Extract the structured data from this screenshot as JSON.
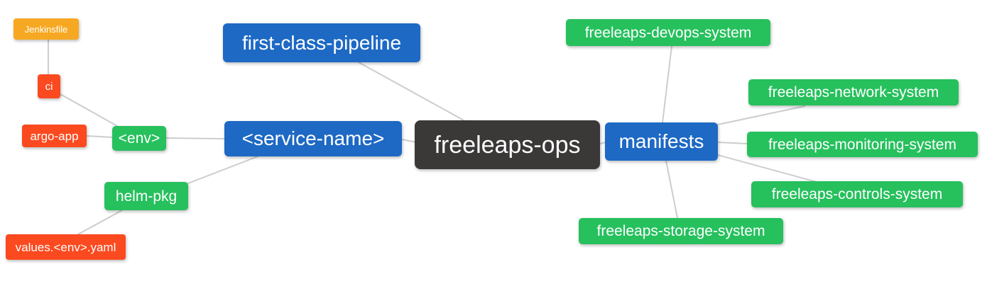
{
  "diagram": {
    "type": "mindmap",
    "root": "freeleaps-ops",
    "nodes": [
      {
        "id": "freeleaps-ops",
        "label": "freeleaps-ops",
        "role": "root",
        "color": "#3b3838"
      },
      {
        "id": "first-class-pipeline",
        "label": "first-class-pipeline",
        "role": "branch",
        "color": "#1d69c4"
      },
      {
        "id": "service-name",
        "label": "<service-name>",
        "role": "branch",
        "color": "#1d69c4"
      },
      {
        "id": "manifests",
        "label": "manifests",
        "role": "branch",
        "color": "#1d69c4"
      },
      {
        "id": "env",
        "label": "<env>",
        "role": "child",
        "color": "#26c05d"
      },
      {
        "id": "helm-pkg",
        "label": "helm-pkg",
        "role": "child",
        "color": "#26c05d"
      },
      {
        "id": "ci",
        "label": "ci",
        "role": "leaf",
        "color": "#fb4a1f"
      },
      {
        "id": "argo-app",
        "label": "argo-app",
        "role": "leaf",
        "color": "#fb4a1f"
      },
      {
        "id": "values-env-yaml",
        "label": "values.<env>.yaml",
        "role": "leaf",
        "color": "#fb4a1f"
      },
      {
        "id": "jenkinsfile",
        "label": "Jenkinsfile",
        "role": "leaf",
        "color": "#f7a822"
      },
      {
        "id": "freeleaps-devops-system",
        "label": "freeleaps-devops-system",
        "role": "child",
        "color": "#26c05d"
      },
      {
        "id": "freeleaps-network-system",
        "label": "freeleaps-network-system",
        "role": "child",
        "color": "#26c05d"
      },
      {
        "id": "freeleaps-monitoring-system",
        "label": "freeleaps-monitoring-system",
        "role": "child",
        "color": "#26c05d"
      },
      {
        "id": "freeleaps-controls-system",
        "label": "freeleaps-controls-system",
        "role": "child",
        "color": "#26c05d"
      },
      {
        "id": "freeleaps-storage-system",
        "label": "freeleaps-storage-system",
        "role": "child",
        "color": "#26c05d"
      }
    ],
    "edges": [
      [
        "jenkinsfile",
        "ci"
      ],
      [
        "ci",
        "env"
      ],
      [
        "argo-app",
        "env"
      ],
      [
        "env",
        "service-name"
      ],
      [
        "helm-pkg",
        "service-name"
      ],
      [
        "values-env-yaml",
        "helm-pkg"
      ],
      [
        "first-class-pipeline",
        "freeleaps-ops"
      ],
      [
        "service-name",
        "freeleaps-ops"
      ],
      [
        "freeleaps-ops",
        "manifests"
      ],
      [
        "manifests",
        "freeleaps-devops-system"
      ],
      [
        "manifests",
        "freeleaps-network-system"
      ],
      [
        "manifests",
        "freeleaps-monitoring-system"
      ],
      [
        "manifests",
        "freeleaps-controls-system"
      ],
      [
        "manifests",
        "freeleaps-storage-system"
      ]
    ],
    "palette": {
      "root_bg": "#3b3838",
      "branch_bg": "#1d69c4",
      "child_bg": "#26c05d",
      "leaf_red_bg": "#fb4a1f",
      "leaf_orange_bg": "#f7a822",
      "edge_line": "#cdcdcd",
      "text": "#ffffff",
      "canvas_bg": "#ffffff"
    }
  }
}
